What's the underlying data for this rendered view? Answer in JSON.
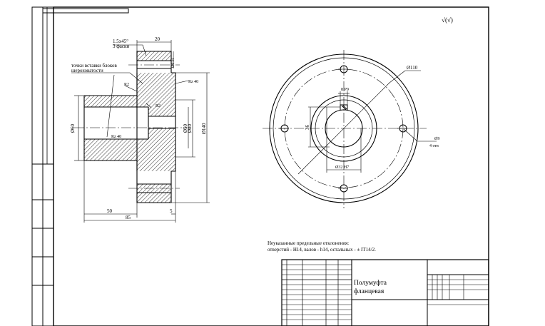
{
  "roughness_symbol": "√(√)",
  "side_view": {
    "chamfer_note_line1": "1.5х45°",
    "chamfer_note_line2": "3 фаски",
    "dim_top_width": "20",
    "dim_bolt_hole": "Ø9 Н",
    "dim_rz40_right": "Rz 40",
    "callout_line1": "точки вставки блоков",
    "callout_line2": "шероховатости",
    "r2_top": "R2",
    "r2_mid": "R2",
    "rz40_bore": "Rz 40",
    "dia_60": "Ø60",
    "dia_50": "Ø50",
    "dia_80": "Ø80",
    "dia_140": "Ø140",
    "dim_50": "50",
    "dim_85": "85",
    "dim_5": "5"
  },
  "front_view": {
    "dia_110": "Ø110",
    "keyway": "8 Р9",
    "dim_36": "36",
    "bore": "Ø32 Н7",
    "holes_line1": "Ø9",
    "holes_line2": "4 отв"
  },
  "notes": {
    "line1": "Неуказанные предельные отклонения:",
    "line2": "отверстий - Н14, валов - h14, остальных - ± IT14/2."
  },
  "title_block": {
    "name_line1": "Полумуфта",
    "name_line2": "фланцевая"
  }
}
